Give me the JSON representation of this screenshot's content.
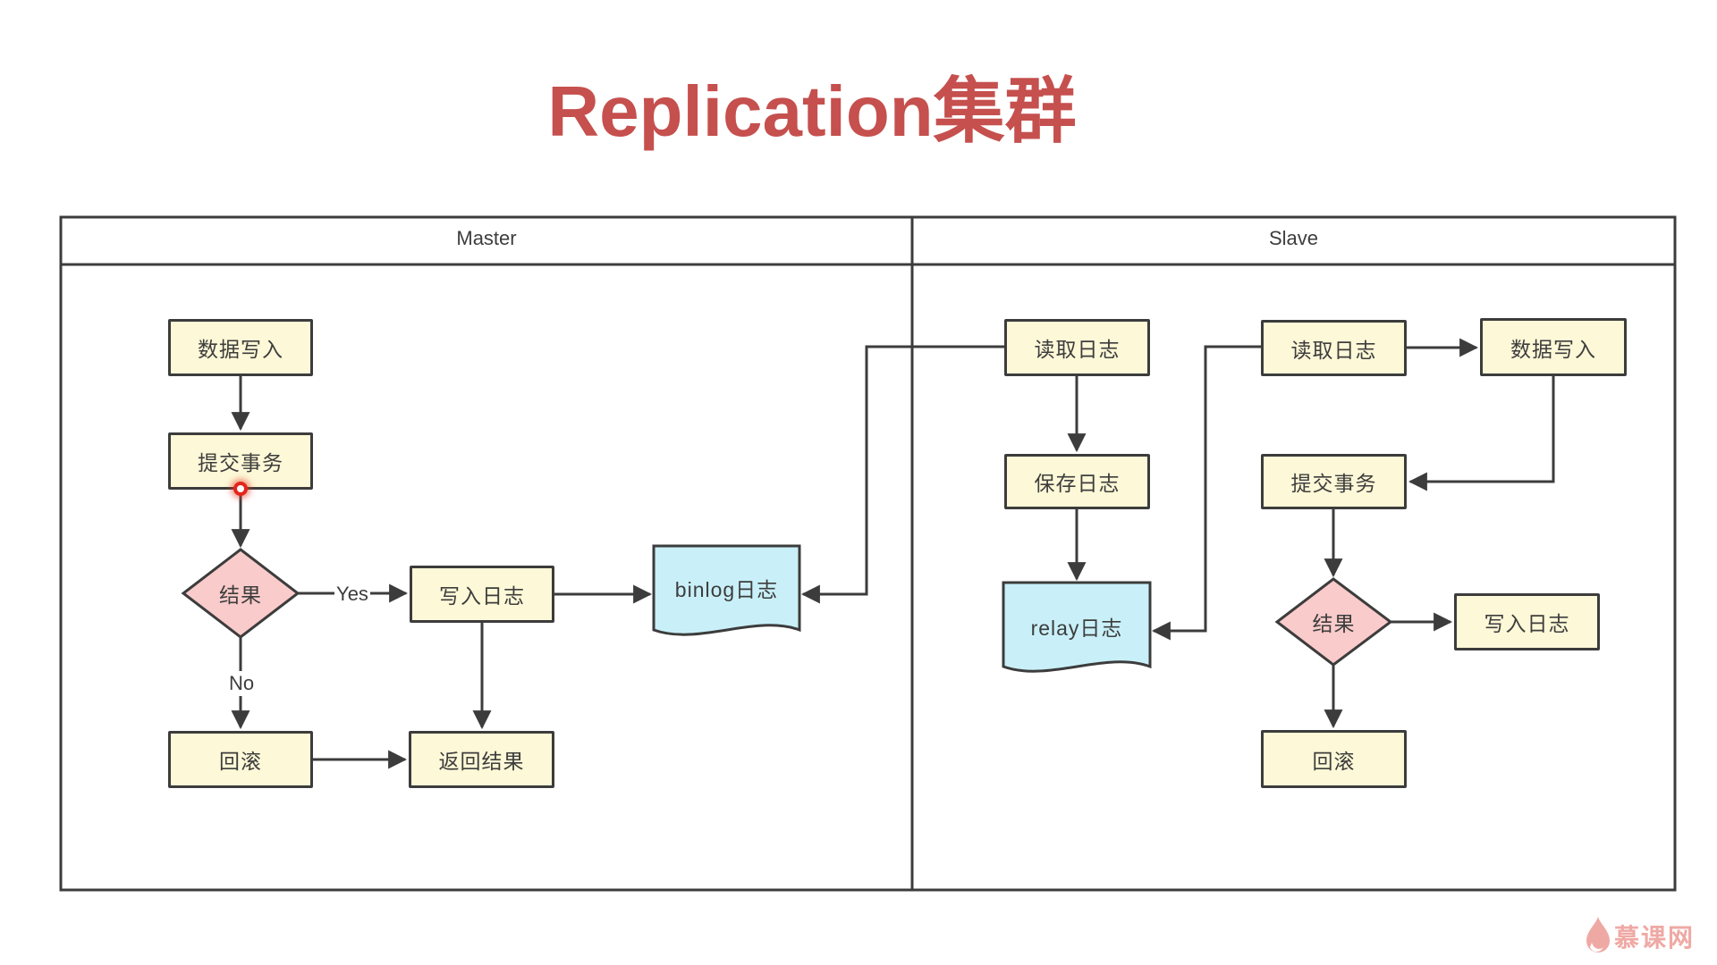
{
  "title": {
    "text": "Replication集群"
  },
  "panels": {
    "master": "Master",
    "slave": "Slave"
  },
  "master": {
    "data_write": "数据写入",
    "commit": "提交事务",
    "result": "结果",
    "rollback": "回滚",
    "write_log": "写入日志",
    "return_result": "返回结果",
    "binlog": "binlog日志",
    "yes_label": "Yes",
    "no_label": "No"
  },
  "slave": {
    "read_log_io": "读取日志",
    "save_log": "保存日志",
    "relay": "relay日志",
    "read_log_sql": "读取日志",
    "data_write": "数据写入",
    "commit": "提交事务",
    "result": "结果",
    "write_log": "写入日志",
    "rollback": "回滚"
  },
  "watermark": {
    "text": "慕课网"
  },
  "colors": {
    "title": "#c5504e",
    "node_fill": "#fdf8d7",
    "diamond_fill": "#f9cbca",
    "doc_fill": "#c9f0f8",
    "line": "#3c3c3c",
    "marker_red": "#e3251b",
    "watermark": "#efa9a4"
  }
}
